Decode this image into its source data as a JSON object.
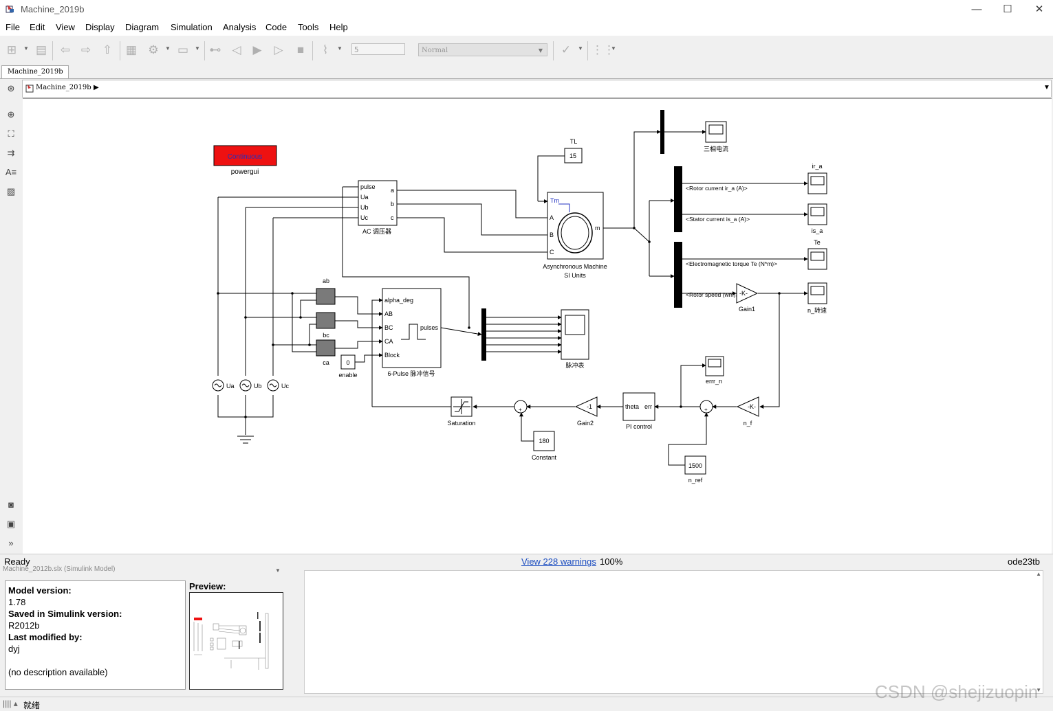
{
  "window": {
    "title": "Machine_2019b"
  },
  "menu": [
    "File",
    "Edit",
    "View",
    "Display",
    "Diagram",
    "Simulation",
    "Analysis",
    "Code",
    "Tools",
    "Help"
  ],
  "toolbar": {
    "stop_time": "5",
    "sim_mode": "Normal"
  },
  "tab": {
    "label": "Machine_2019b"
  },
  "breadcrumb": {
    "model": "Machine_2019b"
  },
  "diagram": {
    "powergui_state": "Continuous",
    "powergui_name": "powergui",
    "tl_label": "TL",
    "tl_value": "15",
    "ac_regulator_ports_in": [
      "pulse",
      "Ua",
      "Ub",
      "Uc"
    ],
    "ac_regulator_ports_out": [
      "a",
      "b",
      "c"
    ],
    "ac_regulator_name": "AC 调压器",
    "machine_ports": [
      "Tm",
      "A",
      "B",
      "C",
      "m"
    ],
    "machine_name_1": "Asynchronous Machine",
    "machine_name_2": "SI Units",
    "scope_3phase": "三相电流",
    "bus1_sig1": "<Rotor current ir_a (A)>",
    "bus1_sig2": "<Stator current is_a (A)>",
    "bus2_sig1": "<Electromagnetic torque Te (N*m)>",
    "bus2_sig2": "<Rotor speed (wm)>",
    "scope_ira": "ir_a",
    "scope_isa": "is_a",
    "scope_te": "Te",
    "scope_n": "n_转速",
    "gain1_value": "-K-",
    "gain1_name": "Gain1",
    "vm_ab": "ab",
    "vm_bc": "bc",
    "vm_ca": "ca",
    "pulse_gen_ports_in": [
      "alpha_deg",
      "AB",
      "BC",
      "CA",
      "Block"
    ],
    "pulse_gen_port_out": "pulses",
    "pulse_gen_name": "6-Pulse 脉冲信号",
    "enable_value": "0",
    "enable_name": "enable",
    "scope_pulse": "脉冲表",
    "src_ua": "Ua",
    "src_ub": "Ub",
    "src_uc": "Uc",
    "scope_errn": "errr_n",
    "saturation_name": "Saturation",
    "constant_value": "180",
    "constant_name": "Constant",
    "gain2_value": "-1",
    "gain2_name": "Gain2",
    "pi_port_in": "theta",
    "pi_port_out": "err",
    "pi_name": "PI control",
    "nf_value": "-K-",
    "nf_name": "n_f",
    "nref_value": "1500",
    "nref_name": "n_ref"
  },
  "status": {
    "ready": "Ready",
    "warnings": "View 228 warnings",
    "zoom": "100%",
    "solver": "ode23tb"
  },
  "bottom": {
    "file_label": "Machine_2012b.slx (Simulink Model)",
    "model_version_label": "Model version:",
    "model_version": "1.78",
    "saved_label": "Saved in Simulink version:",
    "saved_version": "R2012b",
    "modified_label": "Last modified by:",
    "modified_by": "dyj",
    "description": "(no description available)",
    "preview_label": "Preview:"
  },
  "os_status": "就绪",
  "watermark": "CSDN @shejizuopin",
  "colors": {
    "powergui_fill": "#ee1111",
    "link": "#1a4cc0",
    "gain_fill": "#7a7a7a"
  }
}
